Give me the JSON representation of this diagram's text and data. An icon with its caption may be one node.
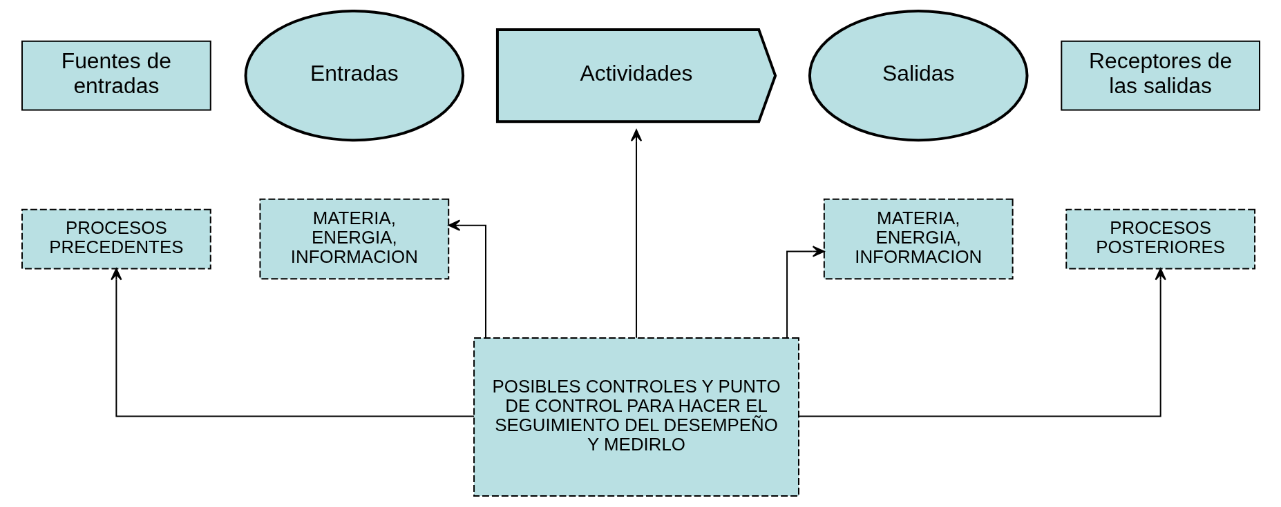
{
  "diagram": {
    "nodes": [
      {
        "text": [
          "Fuentes de entradas"
        ]
      },
      {
        "text": [
          "Entradas"
        ]
      },
      {
        "text": [
          "Actividades"
        ]
      },
      {
        "text": [
          "Salidas"
        ]
      },
      {
        "text": [
          "Receptores de las salidas"
        ]
      },
      {
        "text": [
          "PROCESOS PRECEDENTES"
        ]
      },
      {
        "text": [
          "MATERIA, ENERGIA, INFORMACION"
        ]
      },
      {
        "text": [
          "MATERIA, ENERGIA, INFORMACION"
        ]
      },
      {
        "text": [
          "PROCESOS POSTERIORES"
        ]
      },
      {
        "text": [
          "POSIBLES CONTROLES Y PUNTO DE CONTROL PARA HACER EL SEGUIMIENTO DEL DESEMPEÑO Y MEDIRLO"
        ]
      }
    ],
    "edges": [
      {
        "from": 9,
        "to": 5,
        "arrow": "to"
      },
      {
        "from": 9,
        "to": 6,
        "arrow": "to"
      },
      {
        "from": 9,
        "to": 2,
        "arrow": "to"
      },
      {
        "from": 9,
        "to": 7,
        "arrow": "to"
      },
      {
        "from": 9,
        "to": 8,
        "arrow": "to"
      }
    ]
  }
}
